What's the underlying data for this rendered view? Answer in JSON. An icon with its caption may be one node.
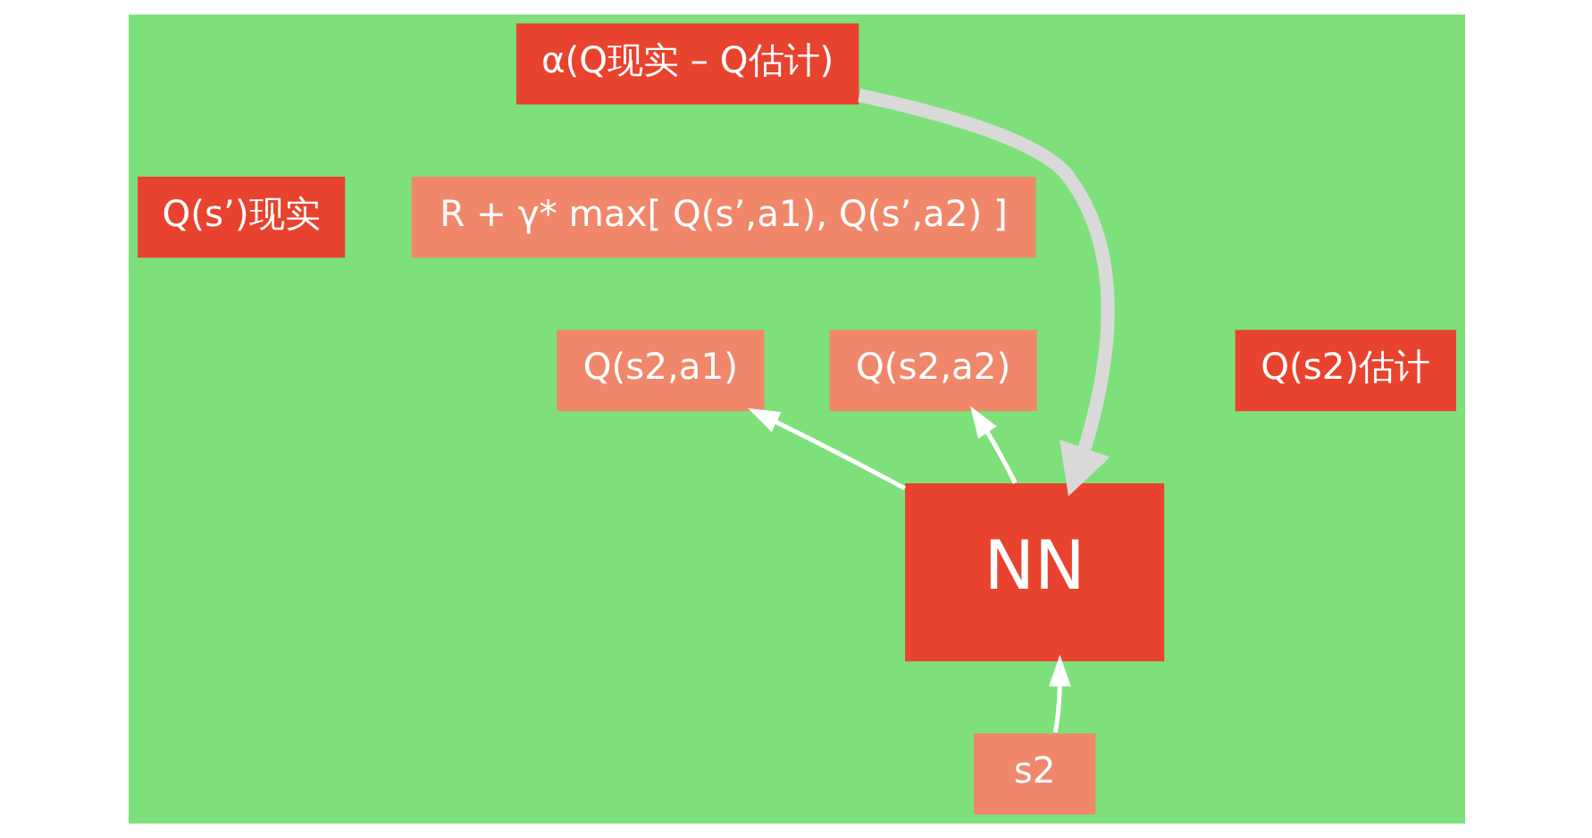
{
  "diagram": {
    "nodes": [
      {
        "text": [
          "α(Q现实 – Q估计)"
        ]
      },
      {
        "text": [
          "Q(s’)现实"
        ]
      },
      {
        "text": [
          "R + γ* max[ Q(s’,a1), Q(s’,a2) ]"
        ]
      },
      {
        "text": [
          "Q(s2,a1)"
        ]
      },
      {
        "text": [
          "Q(s2,a2)"
        ]
      },
      {
        "text": [
          "Q(s2)估计"
        ]
      },
      {
        "text": [
          "NN"
        ]
      },
      {
        "text": [
          "s2"
        ]
      }
    ],
    "edges": [
      {
        "from": 0,
        "to": 6,
        "arrow": "to",
        "style": "thick",
        "color": "#d9d9d9"
      },
      {
        "from": 6,
        "to": 3,
        "arrow": "to"
      },
      {
        "from": 6,
        "to": 4,
        "arrow": "to"
      },
      {
        "from": 7,
        "to": 6,
        "arrow": "to"
      }
    ]
  }
}
